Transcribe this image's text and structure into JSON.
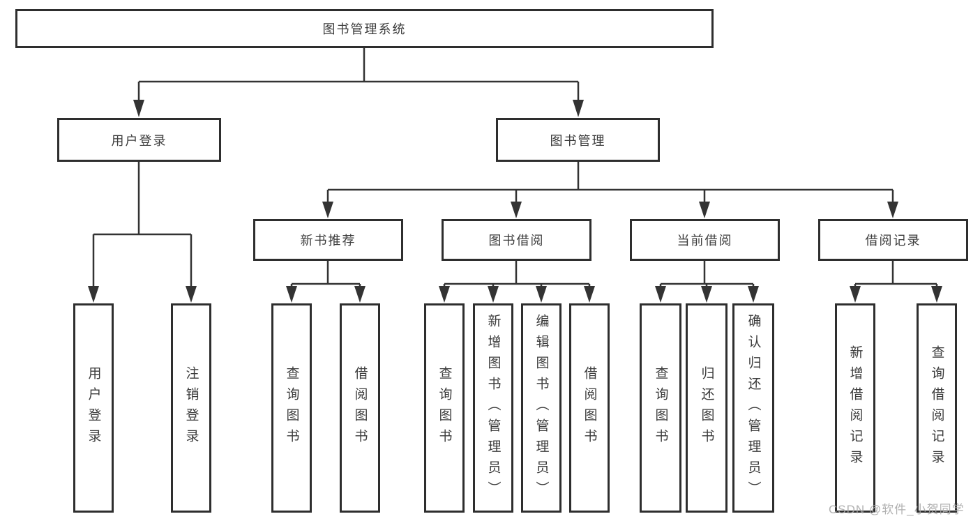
{
  "diagram": {
    "root": {
      "label": "图书管理系统"
    },
    "level2": [
      {
        "label": "用户登录"
      },
      {
        "label": "图书管理"
      }
    ],
    "level3": [
      {
        "label": "新书推荐"
      },
      {
        "label": "图书借阅"
      },
      {
        "label": "当前借阅"
      },
      {
        "label": "借阅记录"
      }
    ],
    "leaves": [
      {
        "label": "用户登录"
      },
      {
        "label": "注销登录"
      },
      {
        "label": "查询图书"
      },
      {
        "label": "借阅图书"
      },
      {
        "label": "查询图书"
      },
      {
        "label": "新增图书（管理员）"
      },
      {
        "label": "编辑图书（管理员）"
      },
      {
        "label": "借阅图书"
      },
      {
        "label": "查询图书"
      },
      {
        "label": "归还图书"
      },
      {
        "label": "确认归还（管理员）"
      },
      {
        "label": "新增借阅记录"
      },
      {
        "label": "查询借阅记录"
      }
    ]
  },
  "watermark": {
    "text": "CSDN @软件_小贺同学"
  },
  "colors": {
    "line": "#333333",
    "border": "#2e2e2e",
    "text": "#3b3b3b",
    "background": "#ffffff",
    "watermark": "#a9a9a9"
  }
}
